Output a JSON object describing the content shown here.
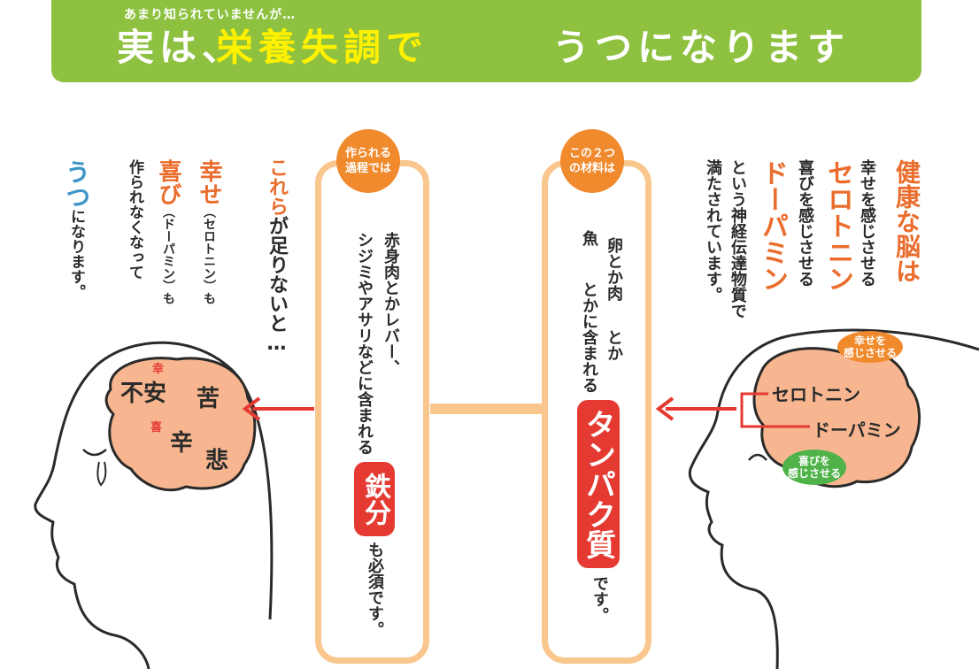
{
  "header": {
    "subtitle": "あまり知られていませんが…",
    "part1": "実は、",
    "part2": "栄養失調で",
    "part3": "うつになります"
  },
  "right_text": {
    "line1": "健康な脳は",
    "line2": "幸せを感じさせる",
    "line3": "セロトニン",
    "line4": "喜びを感じさせる",
    "line5": "ドーパミン",
    "line6": "という神経伝達物質で",
    "line7": "満たされています。"
  },
  "box_right": {
    "badge_line1": "この２つ",
    "badge_line2": "の材料は",
    "text_a": "卵とか肉",
    "text_fish": "魚",
    "text_b": "とかに含まれる",
    "text_toka": "とか",
    "tag": "タンパク質",
    "tail": "です。"
  },
  "box_left": {
    "badge_line1": "作られる",
    "badge_line2": "過程では",
    "text_a": "赤身肉とかレバー、",
    "text_b": "シジミやアサリなどに含まれる",
    "tag": "鉄分",
    "tail": "も必須です。"
  },
  "middle_text": {
    "part1": "これら",
    "part2": "が足りないと…"
  },
  "left_text": {
    "col1_a": "幸せ",
    "col1_b": "（セロトニン）も",
    "col2_a": "喜び",
    "col2_b": "（ドーパミン）も",
    "col3": "作られなくなって",
    "col4_a": "うつ",
    "col4_b": "になります。"
  },
  "brain_left": {
    "word1": "不安",
    "word2": "苦",
    "word3": "辛",
    "word4": "悲",
    "small1": "幸",
    "small2": "喜"
  },
  "brain_right": {
    "label1": "セロトニン",
    "label2": "ドーパミン",
    "bubble1_line1": "幸せを",
    "bubble1_line2": "感じさせる",
    "bubble2_line1": "喜びを",
    "bubble2_line2": "感じさせる"
  },
  "colors": {
    "banner": "#8dc13f",
    "accent_orange": "#ea6d2d",
    "accent_blue": "#3d96c7",
    "tag_red": "#e53a32",
    "brain_fill": "#f7b68f"
  }
}
